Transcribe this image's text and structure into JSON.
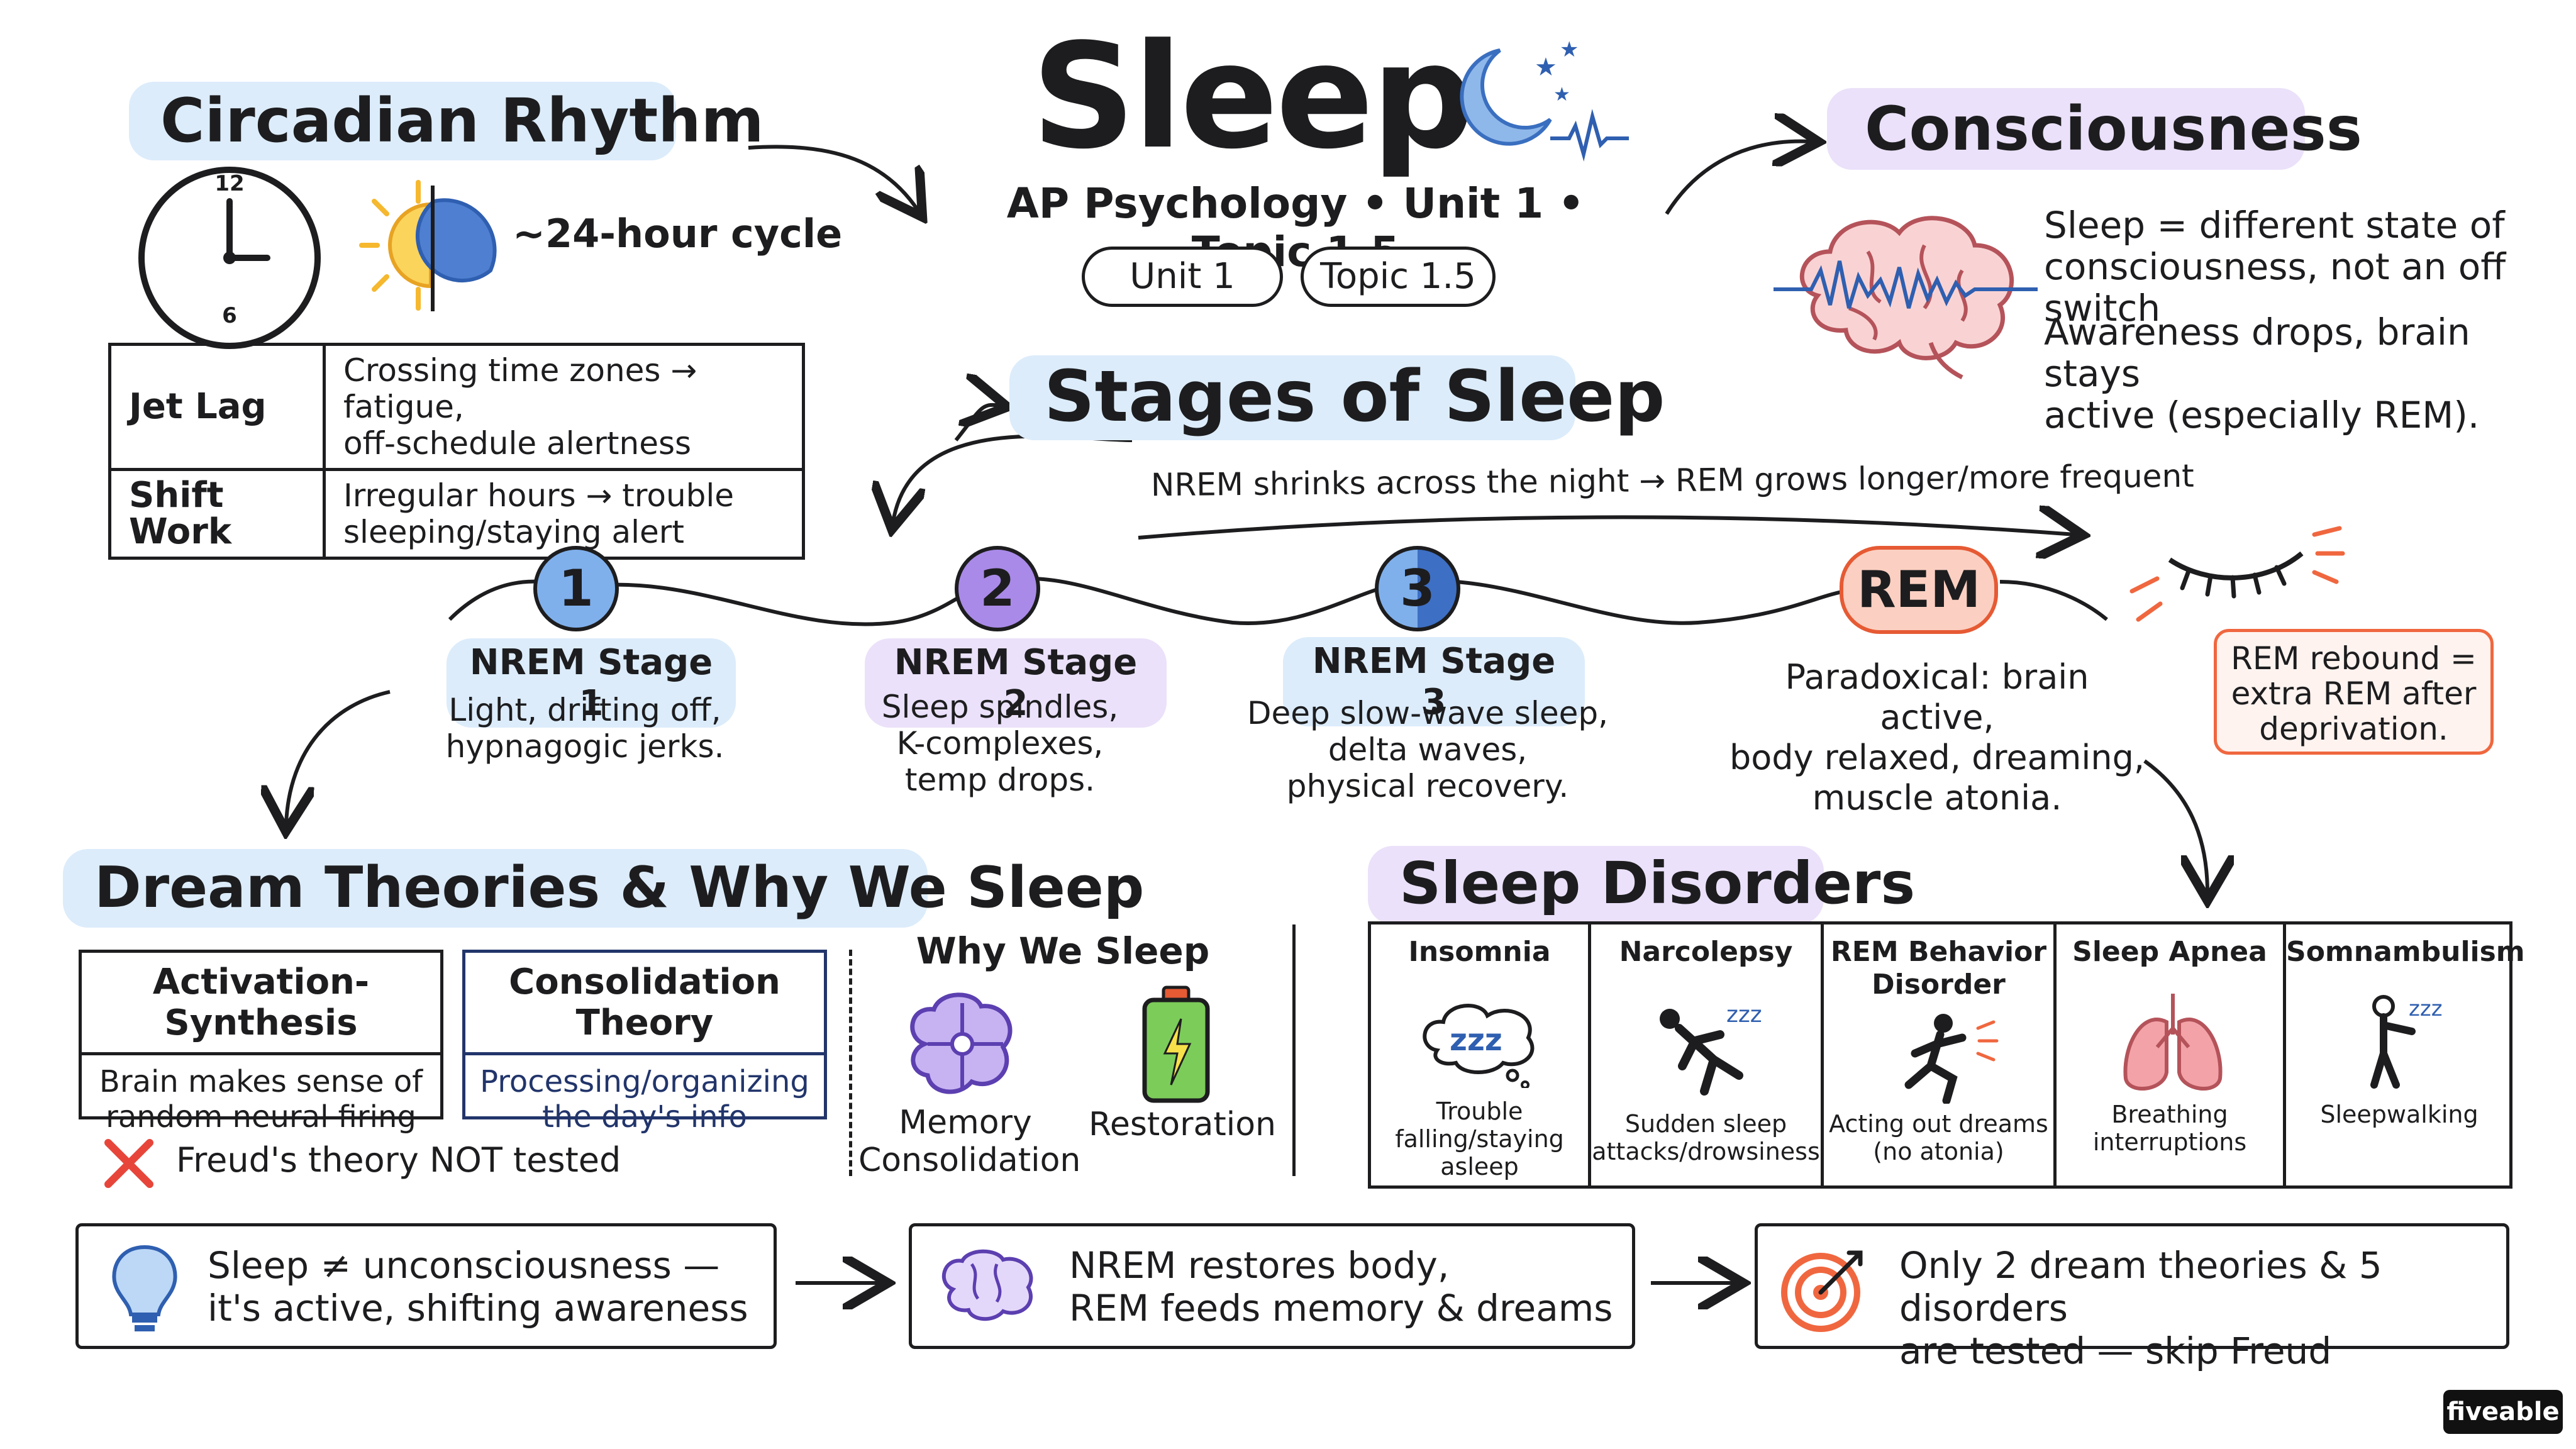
{
  "header": {
    "title": "Sleep",
    "subtitle": "AP Psychology • Unit 1 • Topic 1.5",
    "pill_unit": "Unit 1",
    "pill_topic": "Topic 1.5"
  },
  "circadian": {
    "title": "Circadian Rhythm",
    "cycle": "~24-hour cycle",
    "clock_12": "12",
    "clock_6": "6",
    "rows": [
      {
        "label": "Jet Lag",
        "desc_1": "Crossing time zones → fatigue,",
        "desc_2": "off-schedule alertness"
      },
      {
        "label": "Shift Work",
        "desc_1": "Irregular hours → trouble",
        "desc_2": "sleeping/staying alert"
      }
    ]
  },
  "consciousness": {
    "title": "Consciousness",
    "line1a": "Sleep = different state of",
    "line1b": "consciousness, not an off switch",
    "line2a": "Awareness drops, brain stays",
    "line2b": "active (especially REM)."
  },
  "stages": {
    "title": "Stages of Sleep",
    "trend": "NREM shrinks across the night → REM grows longer/more frequent",
    "items": [
      {
        "num": "1",
        "label": "NREM Stage 1",
        "desc_1": "Light, drifting off,",
        "desc_2": "hypnagogic jerks.",
        "desc_3": ""
      },
      {
        "num": "2",
        "label": "NREM Stage 2",
        "desc_1": "Sleep spindles,",
        "desc_2": "K-complexes,",
        "desc_3": "temp drops."
      },
      {
        "num": "3",
        "label": "NREM Stage 3",
        "desc_1": "Deep slow-wave sleep,",
        "desc_2": "delta waves,",
        "desc_3": "physical recovery."
      },
      {
        "num": "REM",
        "label": "",
        "desc_1": "Paradoxical: brain active,",
        "desc_2": "body relaxed, dreaming,",
        "desc_3": "muscle atonia."
      }
    ],
    "rebound_1": "REM rebound =",
    "rebound_2": "extra REM after",
    "rebound_3": "deprivation."
  },
  "dreams": {
    "title": "Dream Theories & Why We Sleep",
    "activation_title": "Activation-Synthesis",
    "activation_1": "Brain makes sense of",
    "activation_2": "random neural firing",
    "consolidation_title": "Consolidation Theory",
    "consolidation_1": "Processing/organizing",
    "consolidation_2": "the day's info",
    "freud": "Freud's theory NOT tested",
    "why_title": "Why We Sleep",
    "why_memory_1": "Memory",
    "why_memory_2": "Consolidation",
    "why_restoration": "Restoration"
  },
  "disorders": {
    "title": "Sleep Disorders",
    "items": [
      {
        "title_1": "Insomnia",
        "title_2": "",
        "icon_text": "zzz",
        "desc_1": "Trouble",
        "desc_2": "falling/staying",
        "desc_3": "asleep"
      },
      {
        "title_1": "Narcolepsy",
        "title_2": "",
        "icon_text": "zzz",
        "desc_1": "Sudden sleep",
        "desc_2": "attacks/drowsiness",
        "desc_3": ""
      },
      {
        "title_1": "REM Behavior",
        "title_2": "Disorder",
        "icon_text": "",
        "desc_1": "Acting out dreams",
        "desc_2": "(no atonia)",
        "desc_3": ""
      },
      {
        "title_1": "Sleep Apnea",
        "title_2": "",
        "icon_text": "",
        "desc_1": "Breathing",
        "desc_2": "interruptions",
        "desc_3": ""
      },
      {
        "title_1": "Somnambulism",
        "title_2": "",
        "icon_text": "zzz",
        "desc_1": "Sleepwalking",
        "desc_2": "",
        "desc_3": ""
      }
    ]
  },
  "takeaways": [
    {
      "line1": "Sleep ≠ unconsciousness —",
      "line2": "it's active, shifting awareness"
    },
    {
      "line1": "NREM restores body,",
      "line2": "REM feeds memory & dreams"
    },
    {
      "line1": "Only 2 dream theories & 5 disorders",
      "line2": "are tested — skip Freud"
    }
  ],
  "brand": "fiveable",
  "colors": {
    "blue": "#5b8fd8",
    "purple": "#9a6ae0",
    "coral": "#f0673f",
    "highlight_blue": "#dcecfb",
    "highlight_purple": "#ebe1fa"
  }
}
